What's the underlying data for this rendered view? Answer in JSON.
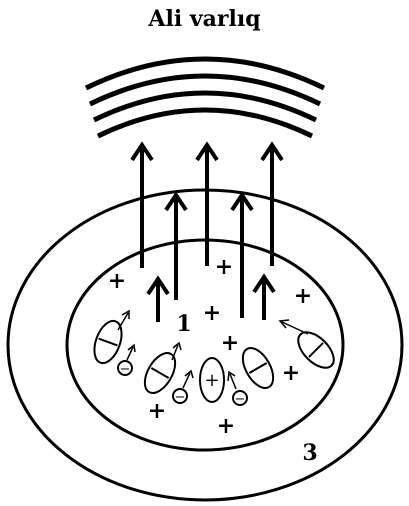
{
  "title": "Ali varlıq",
  "labels": {
    "inner_region": "1",
    "outer_region": "3"
  },
  "symbols": {
    "plus": "+",
    "minus": "−"
  },
  "colors": {
    "line": "#000000",
    "background": "#ffffff"
  }
}
